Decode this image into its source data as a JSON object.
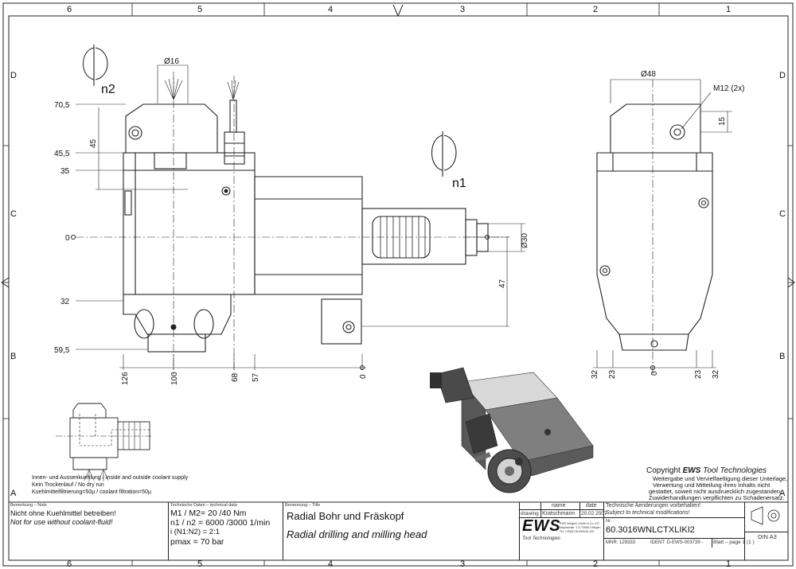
{
  "border": {
    "columns": [
      "6",
      "5",
      "4",
      "3",
      "2",
      "1"
    ],
    "rows": [
      "D",
      "C",
      "B",
      "A"
    ]
  },
  "views": {
    "side": {
      "spindle_n2": "n2",
      "spindle_n1": "n1",
      "dims_left": [
        "70,5",
        "45,5",
        "35",
        "0",
        "32",
        "59,5"
      ],
      "dim_45": "45",
      "dim_d16": "Ø16",
      "dim_d30": "Ø30",
      "dim_47": "47",
      "dims_bottom": [
        "126",
        "100",
        "68",
        "57",
        "0"
      ]
    },
    "front": {
      "dim_d48": "Ø48",
      "dim_m12": "M12 (2x)",
      "dim_15": "15",
      "dims_bottom": [
        "32",
        "23",
        "0",
        "23",
        "32"
      ]
    }
  },
  "coolant_note": {
    "line1": "Innen- und Aussenkuehlung / Inside and outside coolant supply",
    "line2": "Kein Trockenlauf / No dry run",
    "line3": "Kuehlmittelfiltrierung=50µ / coolant filtration=50µ"
  },
  "copyright": {
    "line1_prefix": "Copyright ",
    "line1_brand": "EWS",
    "line1_suffix": " Tool Technologies",
    "body": [
      "Weitergabe und Vervielfaeltigung dieser Unterlage,",
      "Verwertung und Mitteilung ihres Inhalts nicht",
      "gestattet, soweit nicht ausdruecklich zugestanden.",
      "Zuwiderhandlungen verpflichten zu Schadenersatz."
    ]
  },
  "title_block": {
    "remarks_header": "Bemerkung – Note",
    "remark_de": "Nicht ohne Kuehlmittel betreiben!",
    "remark_en": "Not for use without coolant-fluid!",
    "tech_header": "Technische Daten – technical data",
    "torque": "M1 / M2= 20  /40  Nm",
    "speed": "n1 / n2 = 6000 /3000   1/min",
    "ratio": "i  (N1:N2) = 2:1",
    "pressure": "pmax     = 70  bar",
    "name_header": "Benennung – Title",
    "title_de": "Radial Bohr und Fräskopf",
    "title_en": "Radial drilling and milling head",
    "col_name": "name",
    "col_date": "date",
    "drawing_label": "drawing",
    "drawer": "Kratschmann",
    "draw_date": "20.02.2007",
    "company_logo": "EWS",
    "company_sub": "Tool Technologies",
    "company_addr": "EWS Weigele GmbH & Co. KG  Maybachstr. 1  D-73066 Uhingen  Tel. +49(0)7161/93040-100",
    "changes_de": "Technische Aenderungen vorbehalten!",
    "changes_en": "Subject to technical modifications!",
    "nr_label": "Nr.",
    "part_number": "60.3016WNLCTXLIKI2",
    "mnr": "MNR: 129333",
    "ident": "IDENT: D-EWS-003739 -",
    "sheet": "Blatt – page  1 (1 )",
    "format": "DIN A3"
  }
}
